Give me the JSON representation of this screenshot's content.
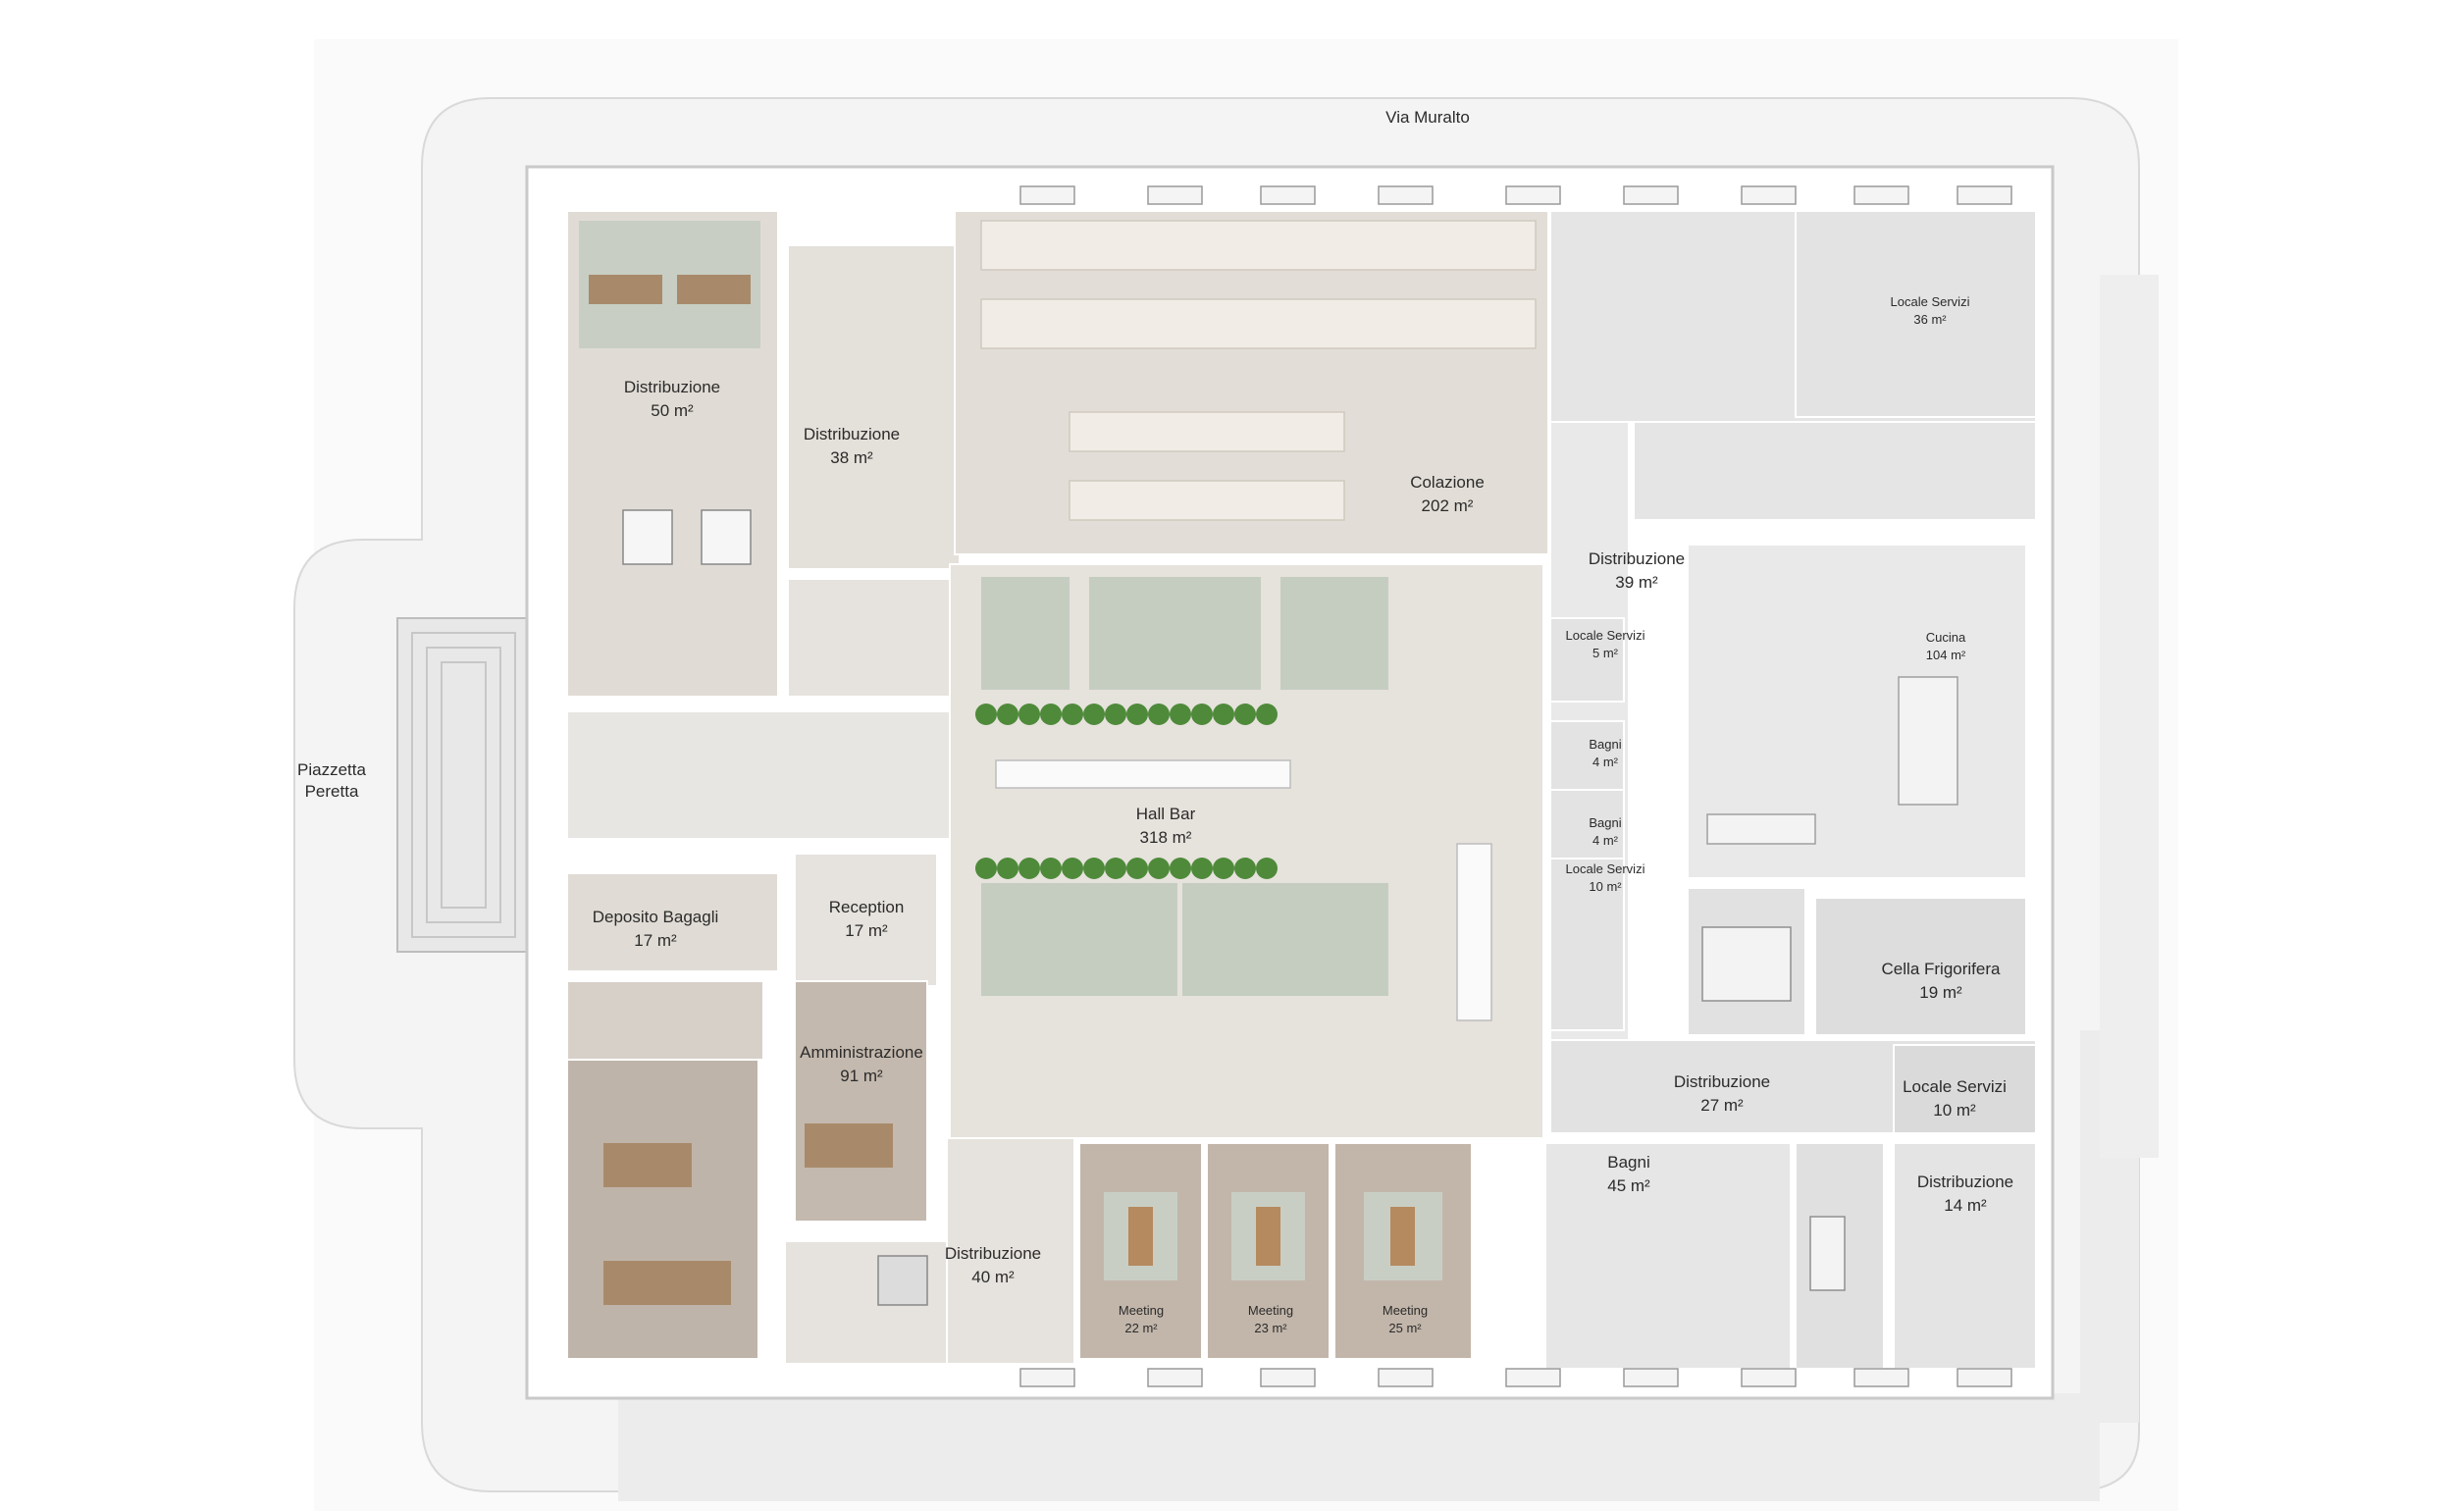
{
  "streets": {
    "north": "Via Muralto",
    "west_line1": "Piazzetta",
    "west_line2": "Peretta"
  },
  "rooms": [
    {
      "id": "distribuzione-50",
      "name": "Distribuzione",
      "area": "50 m²"
    },
    {
      "id": "distribuzione-38",
      "name": "Distribuzione",
      "area": "38 m²"
    },
    {
      "id": "colazione",
      "name": "Colazione",
      "area": "202 m²"
    },
    {
      "id": "locale-servizi-36",
      "name": "Locale Servizi",
      "area": "36 m²"
    },
    {
      "id": "distribuzione-39",
      "name": "Distribuzione",
      "area": "39 m²"
    },
    {
      "id": "locale-servizi-5",
      "name": "Locale Servizi",
      "area": "5 m²"
    },
    {
      "id": "bagni-4a",
      "name": "Bagni",
      "area": "4 m²"
    },
    {
      "id": "bagni-4b",
      "name": "Bagni",
      "area": "4 m²"
    },
    {
      "id": "locale-servizi-10a",
      "name": "Locale Servizi",
      "area": "10 m²"
    },
    {
      "id": "cucina",
      "name": "Cucina",
      "area": "104 m²"
    },
    {
      "id": "cella-frigorifera",
      "name": "Cella Frigorifera",
      "area": "19 m²"
    },
    {
      "id": "hall-bar",
      "name": "Hall Bar",
      "area": "318 m²"
    },
    {
      "id": "reception",
      "name": "Reception",
      "area": "17 m²"
    },
    {
      "id": "deposito-bagagli",
      "name": "Deposito Bagagli",
      "area": "17 m²"
    },
    {
      "id": "amministrazione",
      "name": "Amministrazione",
      "area": "91 m²"
    },
    {
      "id": "distribuzione-27",
      "name": "Distribuzione",
      "area": "27 m²"
    },
    {
      "id": "locale-servizi-10b",
      "name": "Locale Servizi",
      "area": "10 m²"
    },
    {
      "id": "bagni-45",
      "name": "Bagni",
      "area": "45 m²"
    },
    {
      "id": "distribuzione-14",
      "name": "Distribuzione",
      "area": "14 m²"
    },
    {
      "id": "distribuzione-40",
      "name": "Distribuzione",
      "area": "40 m²"
    },
    {
      "id": "meeting-22",
      "name": "Meeting",
      "area": "22 m²"
    },
    {
      "id": "meeting-23",
      "name": "Meeting",
      "area": "23 m²"
    },
    {
      "id": "meeting-25",
      "name": "Meeting",
      "area": "25 m²"
    }
  ],
  "colors": {
    "site": "#f6f6f6",
    "site_outline": "#dcdcdc",
    "wall": "#ffffff",
    "service_grey": "#e3e3e3",
    "dark_grey": "#d6d6d6",
    "stone": "#e2ded7",
    "stone_light": "#ebe8e3",
    "wood": "#bcb1a6",
    "furniture_green": "#c3cbbf",
    "plant": "#4e8a3a",
    "table_wood": "#b58a5e"
  }
}
